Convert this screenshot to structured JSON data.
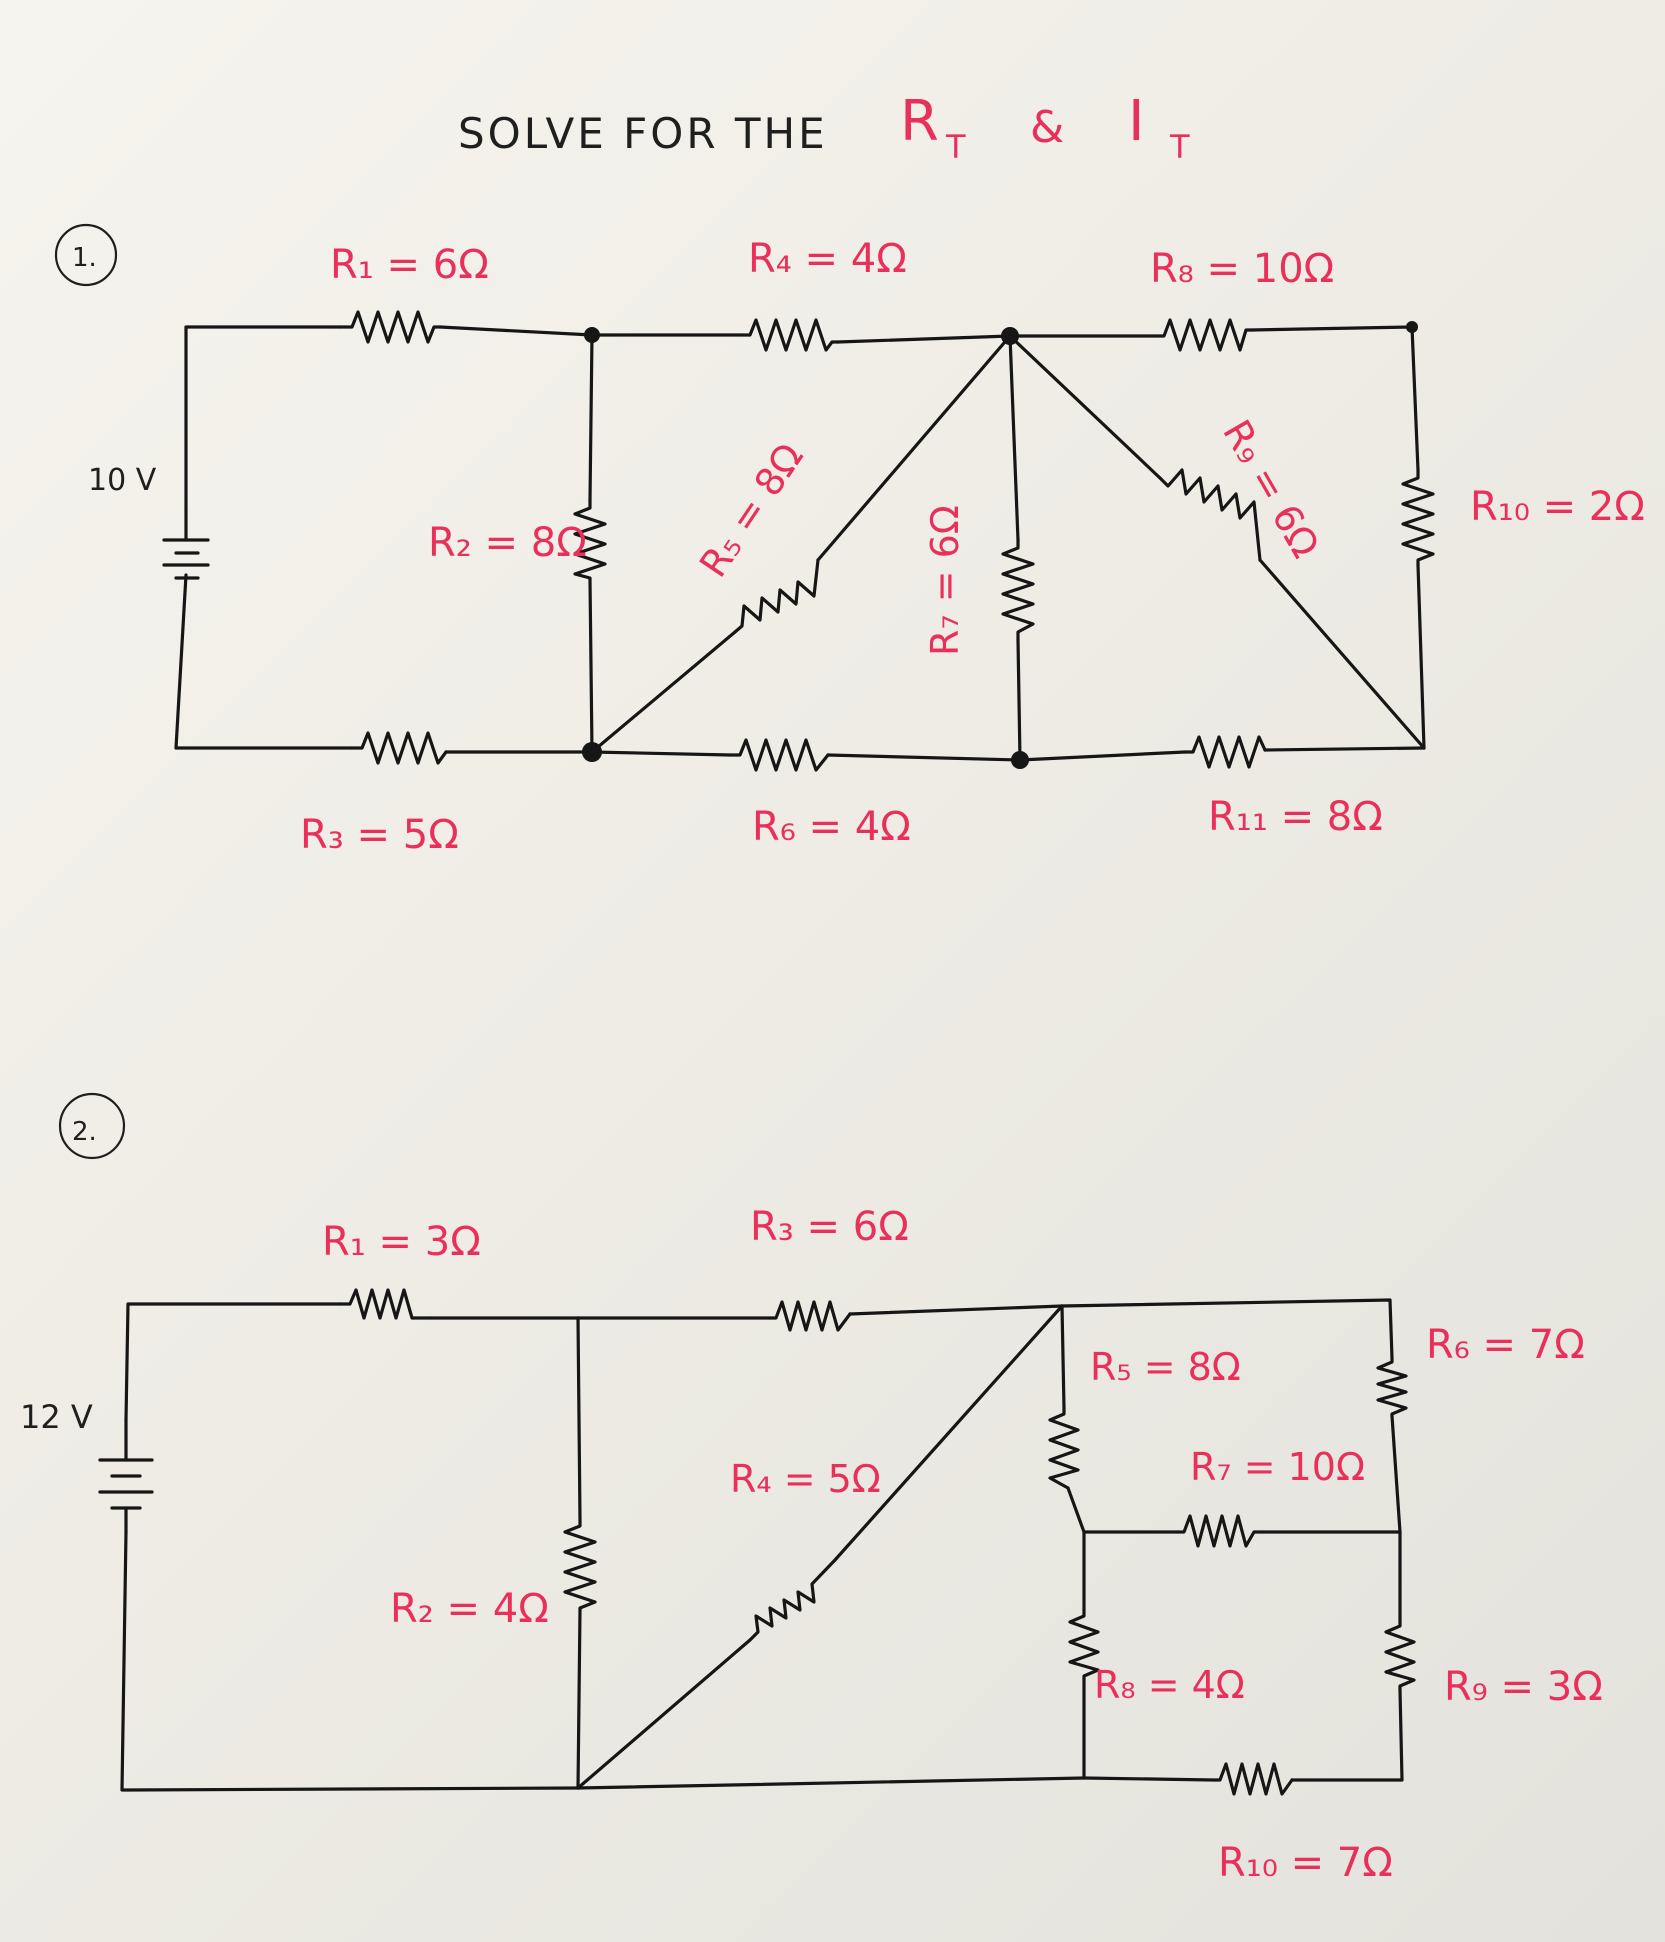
{
  "title": {
    "prefix": "SOLVE FOR THE",
    "rt": "R",
    "rt_sub": "T",
    "amp": "&",
    "it": "I",
    "it_sub": "T"
  },
  "problem1": {
    "number": "1.",
    "source": "10 V",
    "labels": {
      "r1": "R₁ = 6Ω",
      "r2": "R₂ = 8Ω",
      "r3": "R₃ = 5Ω",
      "r4": "R₄ = 4Ω",
      "r5": "R₅ = 8Ω",
      "r6": "R₆ = 4Ω",
      "r7": "R₇ = 6Ω",
      "r8": "R₈ = 10Ω",
      "r9": "R₉ = 6Ω",
      "r10": "R₁₀ = 2Ω",
      "r11": "R₁₁ = 8Ω"
    }
  },
  "problem2": {
    "number": "2.",
    "source": "12 V",
    "labels": {
      "r1": "R₁ = 3Ω",
      "r2": "R₂ = 4Ω",
      "r3": "R₃ = 6Ω",
      "r4": "R₄ = 5Ω",
      "r5": "R₅ = 8Ω",
      "r6": "R₆ = 7Ω",
      "r7": "R₇ = 10Ω",
      "r8": "R₈ = 4Ω",
      "r9": "R₉ = 3Ω",
      "r10": "R₁₀ = 7Ω"
    }
  },
  "colors": {
    "ink": "#161616",
    "label_red": "#e8305a",
    "paper": "#f2f0ea"
  }
}
